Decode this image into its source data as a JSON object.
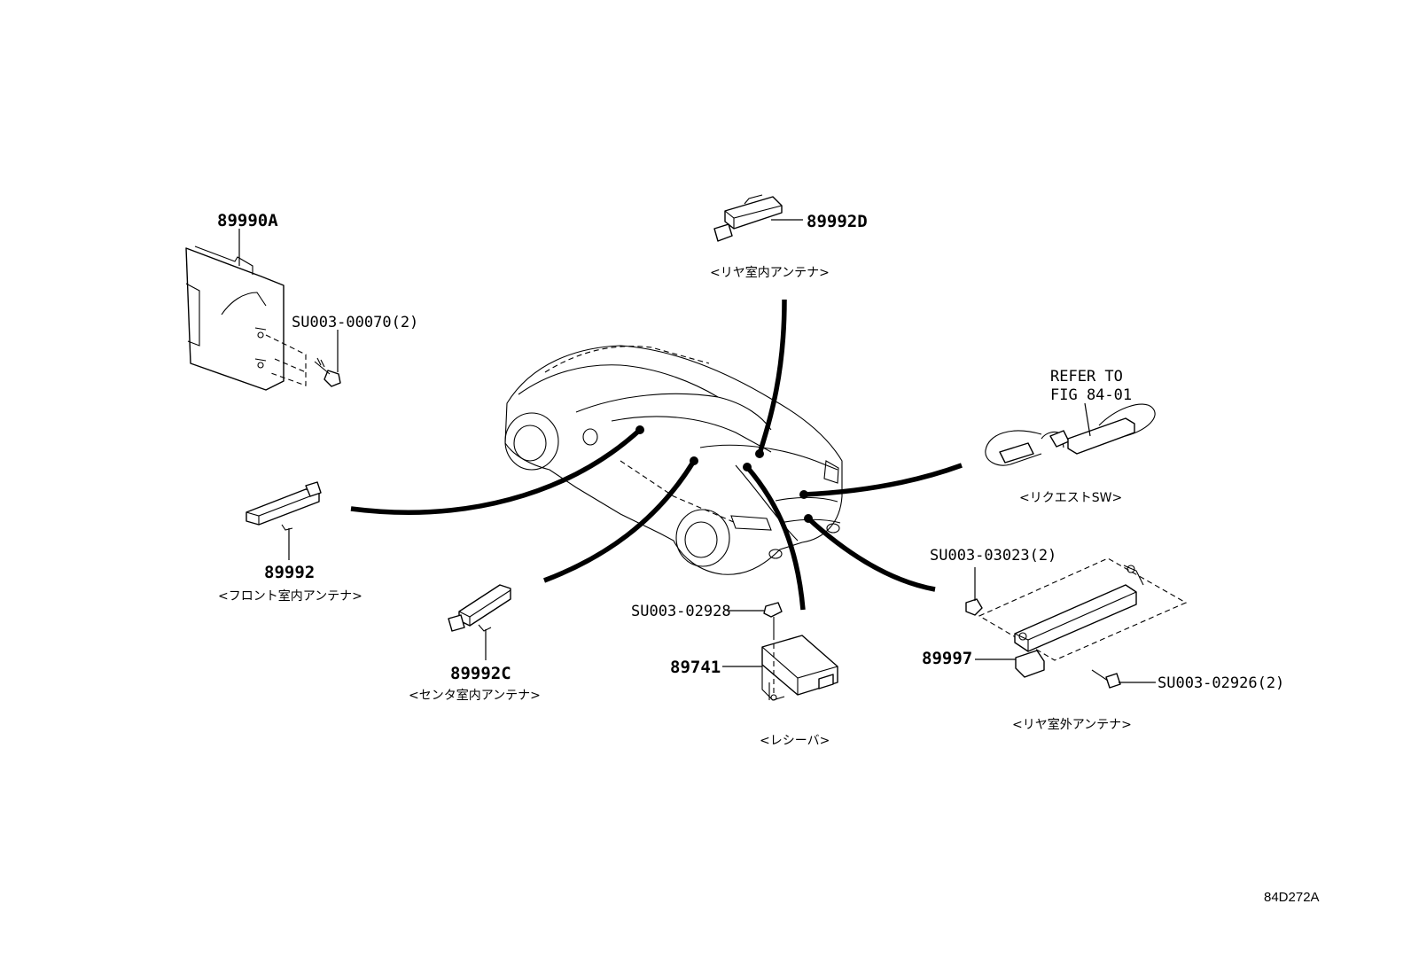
{
  "parts": {
    "p89990A": "89990A",
    "p89992D": "89992D",
    "p89992": "89992",
    "p89992C": "89992C",
    "p89741": "89741",
    "p89997": "89997"
  },
  "fasteners": {
    "f00070": "SU003-00070(2)",
    "f02928": "SU003-02928",
    "f03023": "SU003-03023(2)",
    "f02926": "SU003-02926(2)"
  },
  "names": {
    "rear_inner_antenna": "<リヤ室内アンテナ>",
    "front_inner_antenna": "<フロント室内アンテナ>",
    "center_inner_antenna": "<センタ室内アンテナ>",
    "receiver": "<レシーバ>",
    "request_sw": "<リクエストSW>",
    "rear_outer_antenna": "<リヤ室外アンテナ>"
  },
  "refer": {
    "line1": "REFER TO",
    "line2": "FIG 84-01"
  },
  "figure_code": "84D272A"
}
